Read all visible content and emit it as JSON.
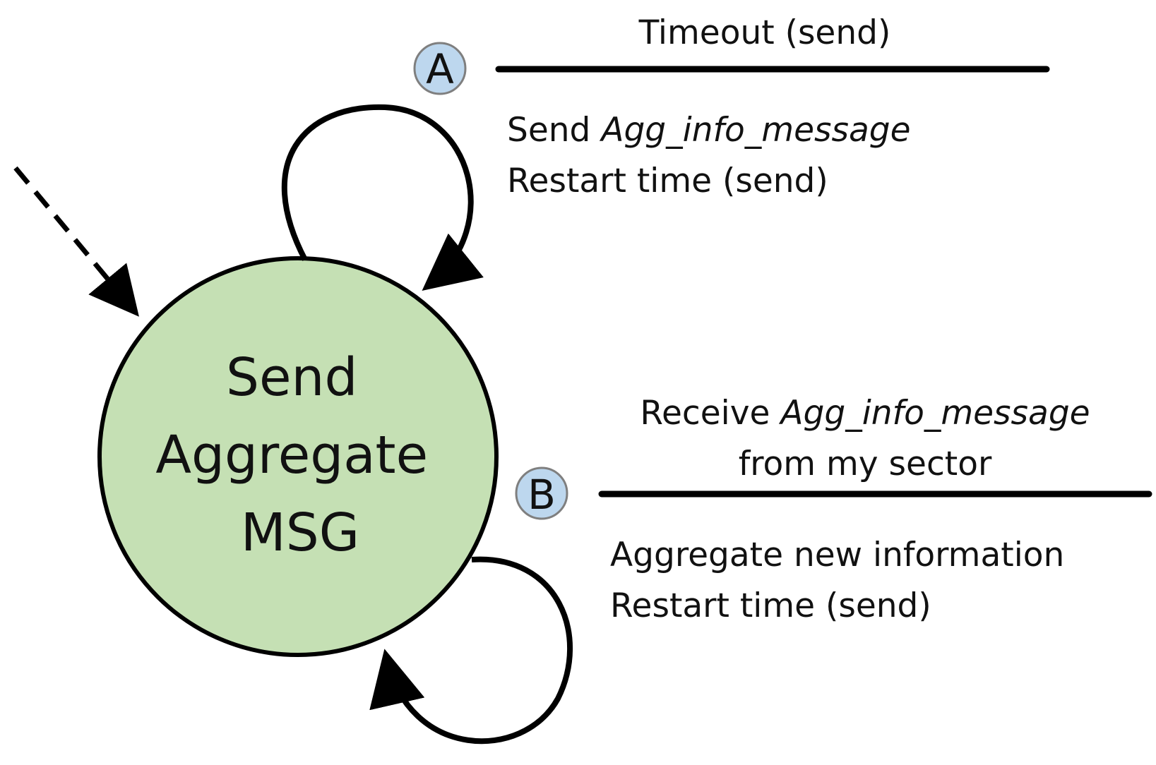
{
  "state": {
    "label_lines": [
      "Send",
      "Aggregate",
      "MSG"
    ],
    "fill": "#c5e0b4",
    "stroke": "#000000"
  },
  "badge_color": "#bdd7ee",
  "transitions": [
    {
      "id": "A",
      "badge": "A",
      "condition_lines": [
        {
          "text": "Timeout (send)"
        }
      ],
      "action_lines": [
        {
          "prefix": "Send ",
          "italic": "Agg_info_message"
        },
        {
          "prefix": "Restart time (send)",
          "italic": ""
        }
      ]
    },
    {
      "id": "B",
      "badge": "B",
      "condition_lines": [
        {
          "prefix": "Receive ",
          "italic": "Agg_info_message"
        },
        {
          "prefix": "from my sector",
          "italic": ""
        }
      ],
      "action_lines": [
        {
          "prefix": "Aggregate new information",
          "italic": ""
        },
        {
          "prefix": "Restart time (send)",
          "italic": ""
        }
      ]
    }
  ]
}
